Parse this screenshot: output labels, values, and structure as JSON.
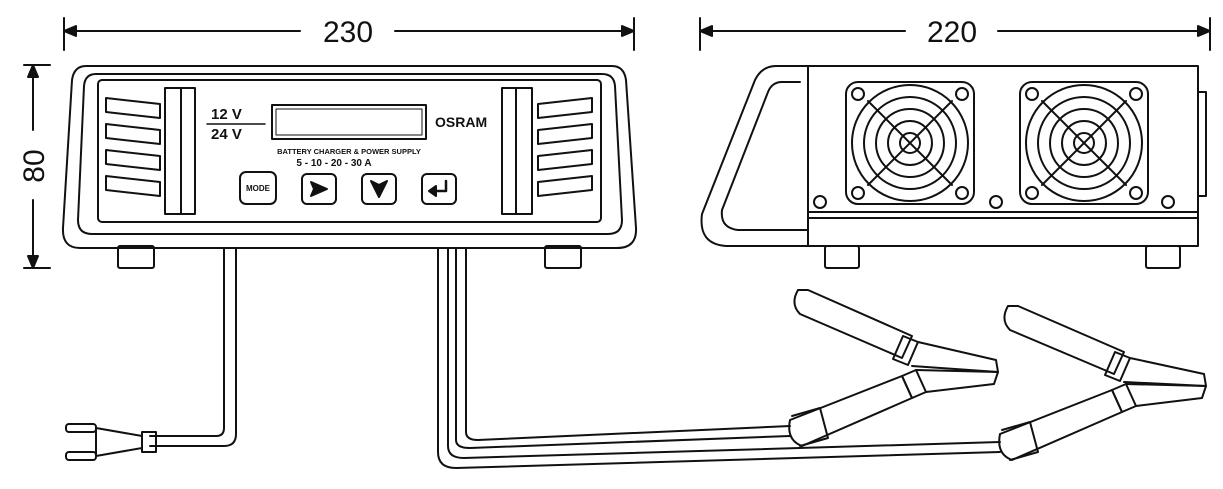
{
  "dimensions": {
    "width_front": "230",
    "width_side": "220",
    "height": "80"
  },
  "front_panel": {
    "voltage_top": "12 V",
    "voltage_bottom": "24 V",
    "brand": "OSRAM",
    "product_line": "BATTERY CHARGER & POWER SUPPLY",
    "current_options": "5 - 10 - 20 - 30 A",
    "buttons": [
      {
        "label": "MODE",
        "icon": "mode-text"
      },
      {
        "label": "",
        "icon": "arrow-right-icon"
      },
      {
        "label": "",
        "icon": "arrow-down-icon"
      },
      {
        "label": "",
        "icon": "enter-icon"
      }
    ]
  }
}
